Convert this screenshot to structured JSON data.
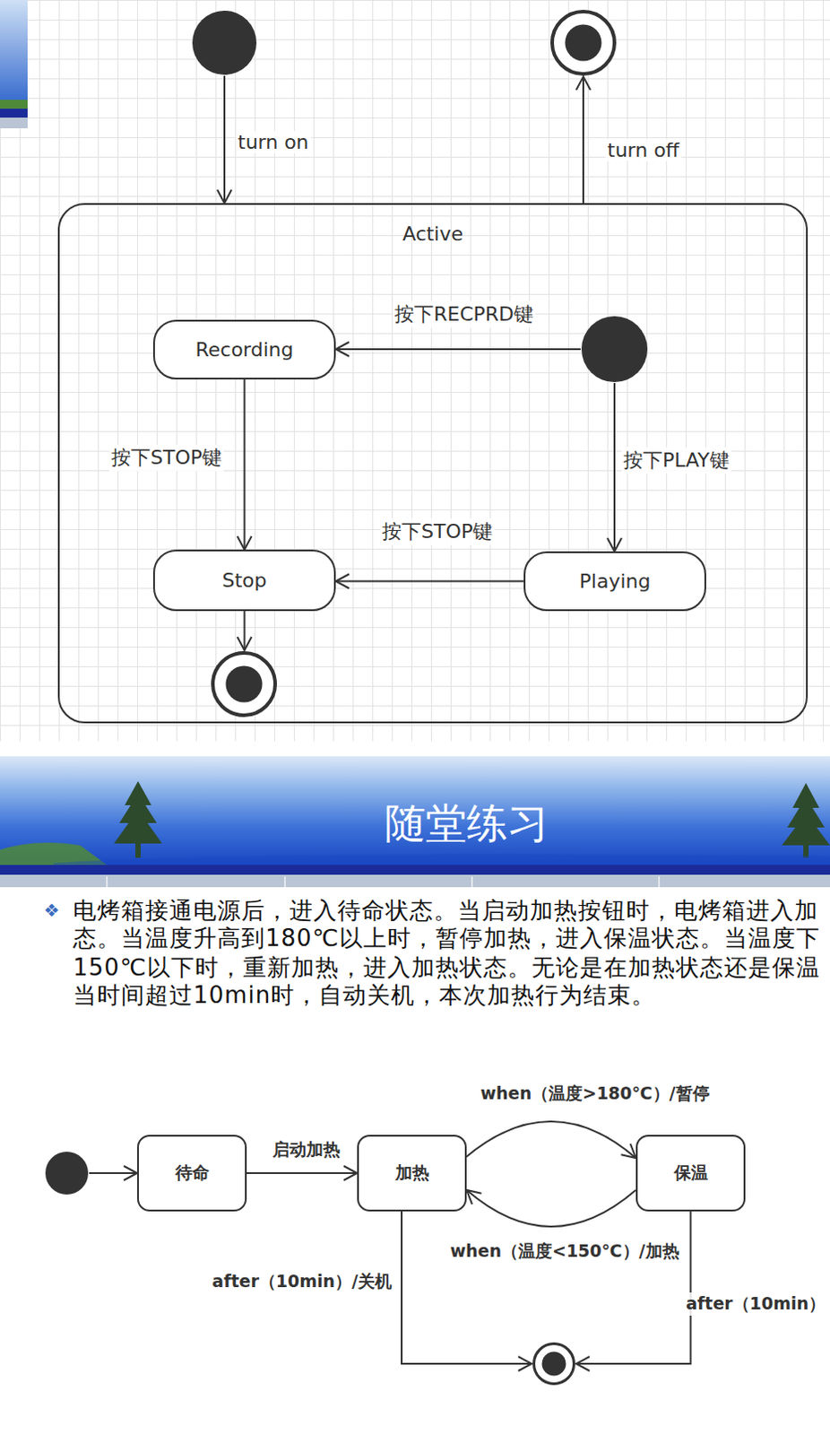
{
  "diagram": {
    "title": "随堂练习",
    "nodes": [
      {
        "text": []
      },
      {
        "text": []
      },
      {
        "text": [
          "Active"
        ]
      },
      {
        "text": [],
        "in": 2
      },
      {
        "text": [
          "Recording"
        ],
        "in": 2
      },
      {
        "text": [
          "Stop"
        ],
        "in": 2
      },
      {
        "text": [
          "Playing"
        ],
        "in": 2
      },
      {
        "text": [],
        "in": 2
      },
      {
        "text": []
      },
      {
        "text": [
          "待命"
        ]
      },
      {
        "text": [
          "加热"
        ]
      },
      {
        "text": [
          "保温"
        ]
      },
      {
        "text": []
      }
    ],
    "edges": [
      {
        "from": 0,
        "to": 2,
        "label": "turn on",
        "arrow": "to"
      },
      {
        "from": 2,
        "to": 1,
        "label": "turn off",
        "arrow": "to"
      },
      {
        "from": 3,
        "to": 4,
        "label": "按下RECPRD键",
        "arrow": "to"
      },
      {
        "from": 3,
        "to": 6,
        "label": "按下PLAY键",
        "arrow": "to"
      },
      {
        "from": 4,
        "to": 5,
        "label": "按下STOP键",
        "arrow": "to"
      },
      {
        "from": 6,
        "to": 5,
        "label": "按下STOP键",
        "arrow": "to"
      },
      {
        "from": 5,
        "to": 7,
        "arrow": "to"
      },
      {
        "from": 8,
        "to": 9,
        "arrow": "to"
      },
      {
        "from": 9,
        "to": 10,
        "label": "启动加热",
        "arrow": "to"
      },
      {
        "from": 10,
        "to": 11,
        "label": "when（温度>180℃）/暂停",
        "arrow": "to"
      },
      {
        "from": 11,
        "to": 10,
        "label": "when（温度<150℃）/加热",
        "arrow": "to"
      },
      {
        "from": 10,
        "to": 12,
        "label": "after（10min）/关机",
        "arrow": "to"
      },
      {
        "from": 11,
        "to": 12,
        "label": "after（10min）",
        "arrow": "to"
      }
    ],
    "labels": [
      "❖",
      "电烤箱接通电源后，进入待命状态。当启动加热按钮时，电烤箱进入加",
      "态。当温度升高到180℃以上时，暂停加热，进入保温状态。当温度下",
      "150℃以下时，重新加热，进入加热状态。无论是在加热状态还是保温",
      "当时间超过10min时，自动关机，本次加热行为结束。"
    ]
  }
}
